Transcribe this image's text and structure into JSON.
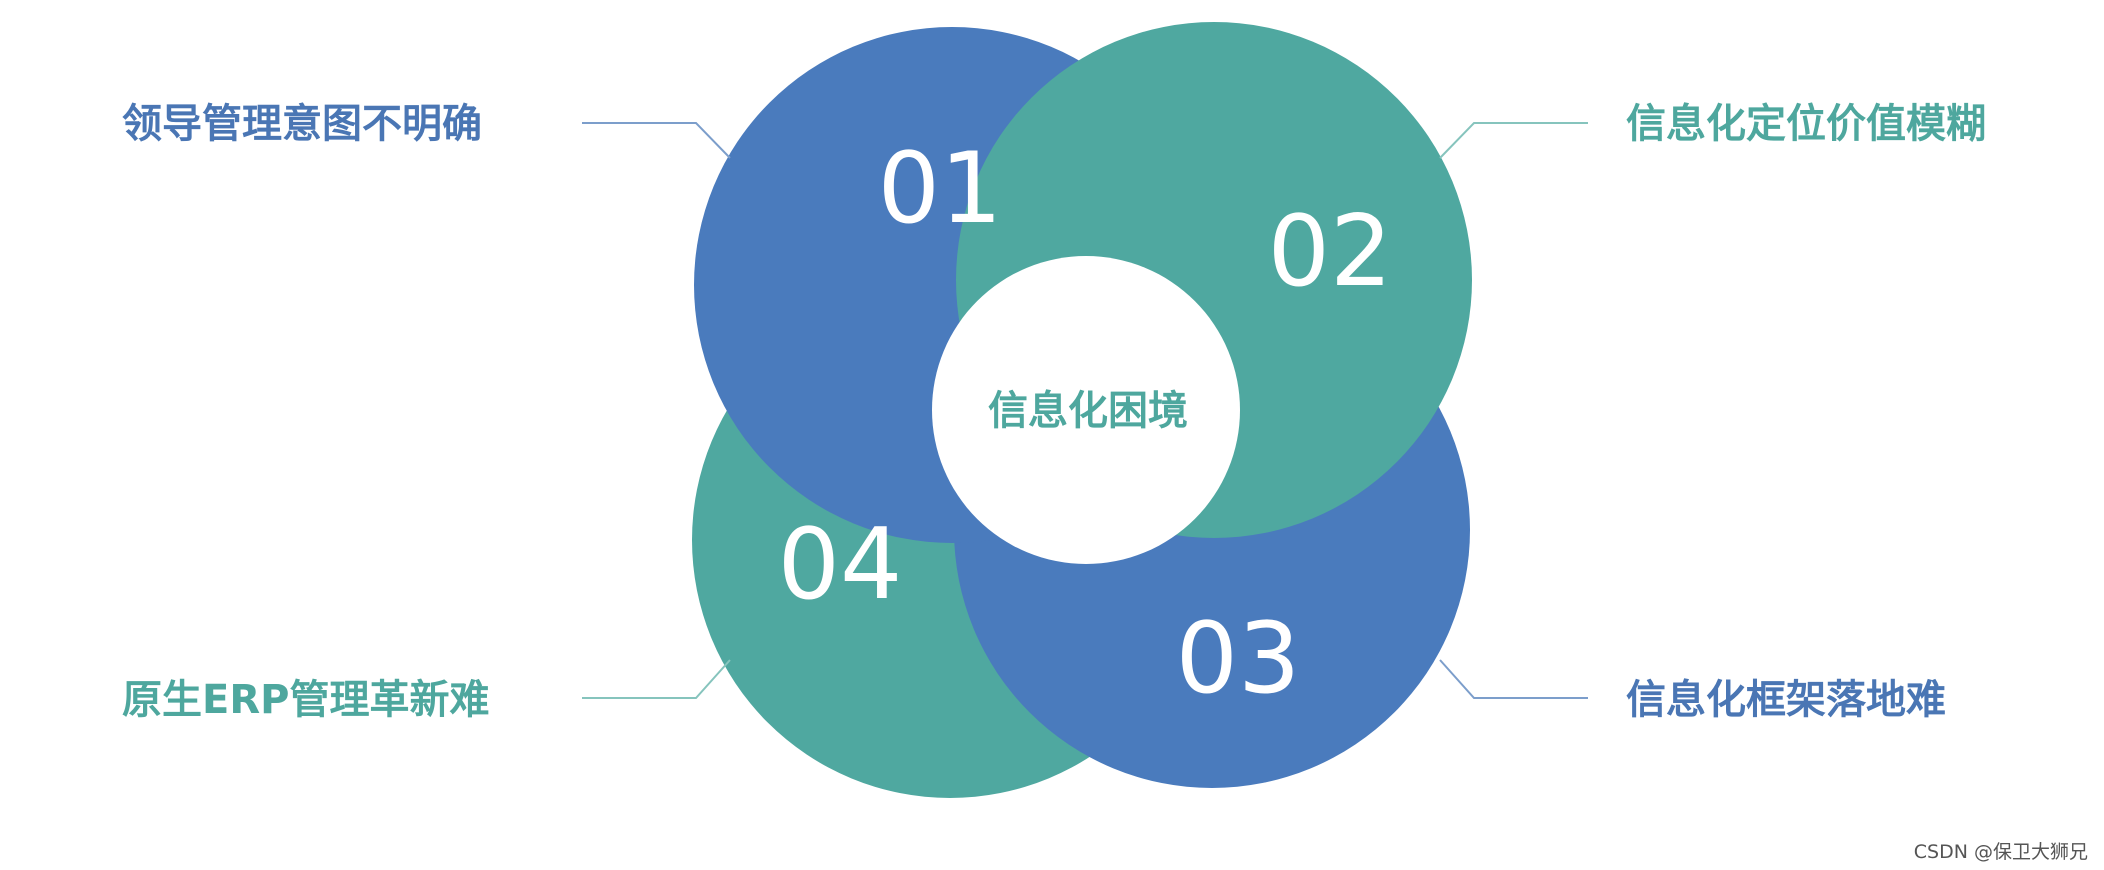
{
  "colors": {
    "blue": "#4a7bbd",
    "teal": "#4fa8a0",
    "blue_text": "#4a76b4",
    "teal_text": "#4ea79e",
    "line_blue": "#7c9ecb",
    "line_teal": "#86c4bd"
  },
  "center": {
    "label": "信息化困境"
  },
  "items": [
    {
      "number": "01",
      "label": "领导管理意图不明确"
    },
    {
      "number": "02",
      "label": "信息化定位价值模糊"
    },
    {
      "number": "03",
      "label": "信息化框架落地难"
    },
    {
      "number": "04",
      "label": "原生ERP管理革新难"
    }
  ],
  "watermark": "CSDN @保卫大狮兄"
}
